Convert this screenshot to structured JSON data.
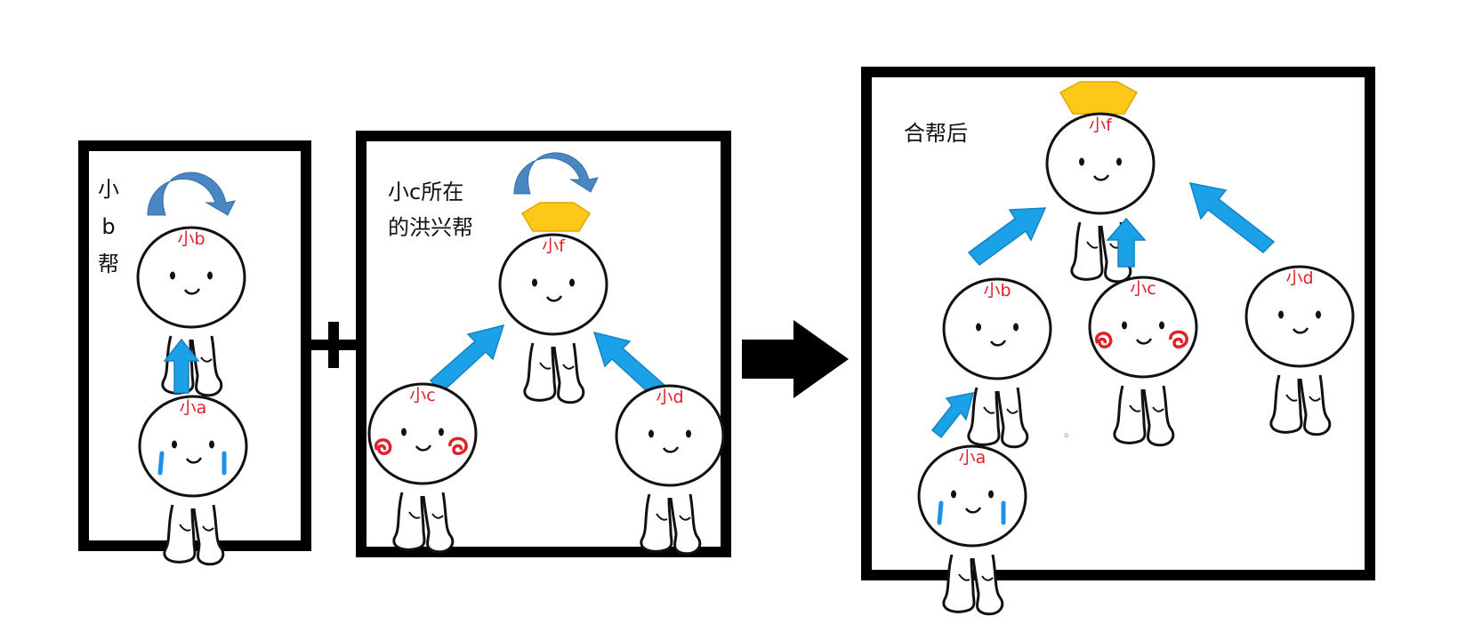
{
  "panels": {
    "left": {
      "title_chars": [
        "小",
        "b",
        "帮"
      ]
    },
    "middle": {
      "title_line1": "小c所在",
      "title_line2": "的洪兴帮"
    },
    "right": {
      "title": "合帮后"
    }
  },
  "characters": {
    "left_b": {
      "name": "小b"
    },
    "left_a": {
      "name": "小a"
    },
    "mid_f": {
      "name": "小f"
    },
    "mid_c": {
      "name": "小c"
    },
    "mid_d": {
      "name": "小d"
    },
    "right_f": {
      "name": "小f"
    },
    "right_b": {
      "name": "小b"
    },
    "right_c": {
      "name": "小c"
    },
    "right_d": {
      "name": "小d"
    },
    "right_a": {
      "name": "小a"
    }
  },
  "operators": {
    "plus": "+",
    "result": "→"
  },
  "stray_mark": "。",
  "colors": {
    "arrow_blue": "#1ba1e8",
    "rotate_arrow_blue": "#4a86c2",
    "crown_gold": "#fdc818",
    "name_red": "#e0212b",
    "tear_blue": "#1e90e8",
    "cheek_red": "#e0212b",
    "frame_black": "#000000"
  }
}
